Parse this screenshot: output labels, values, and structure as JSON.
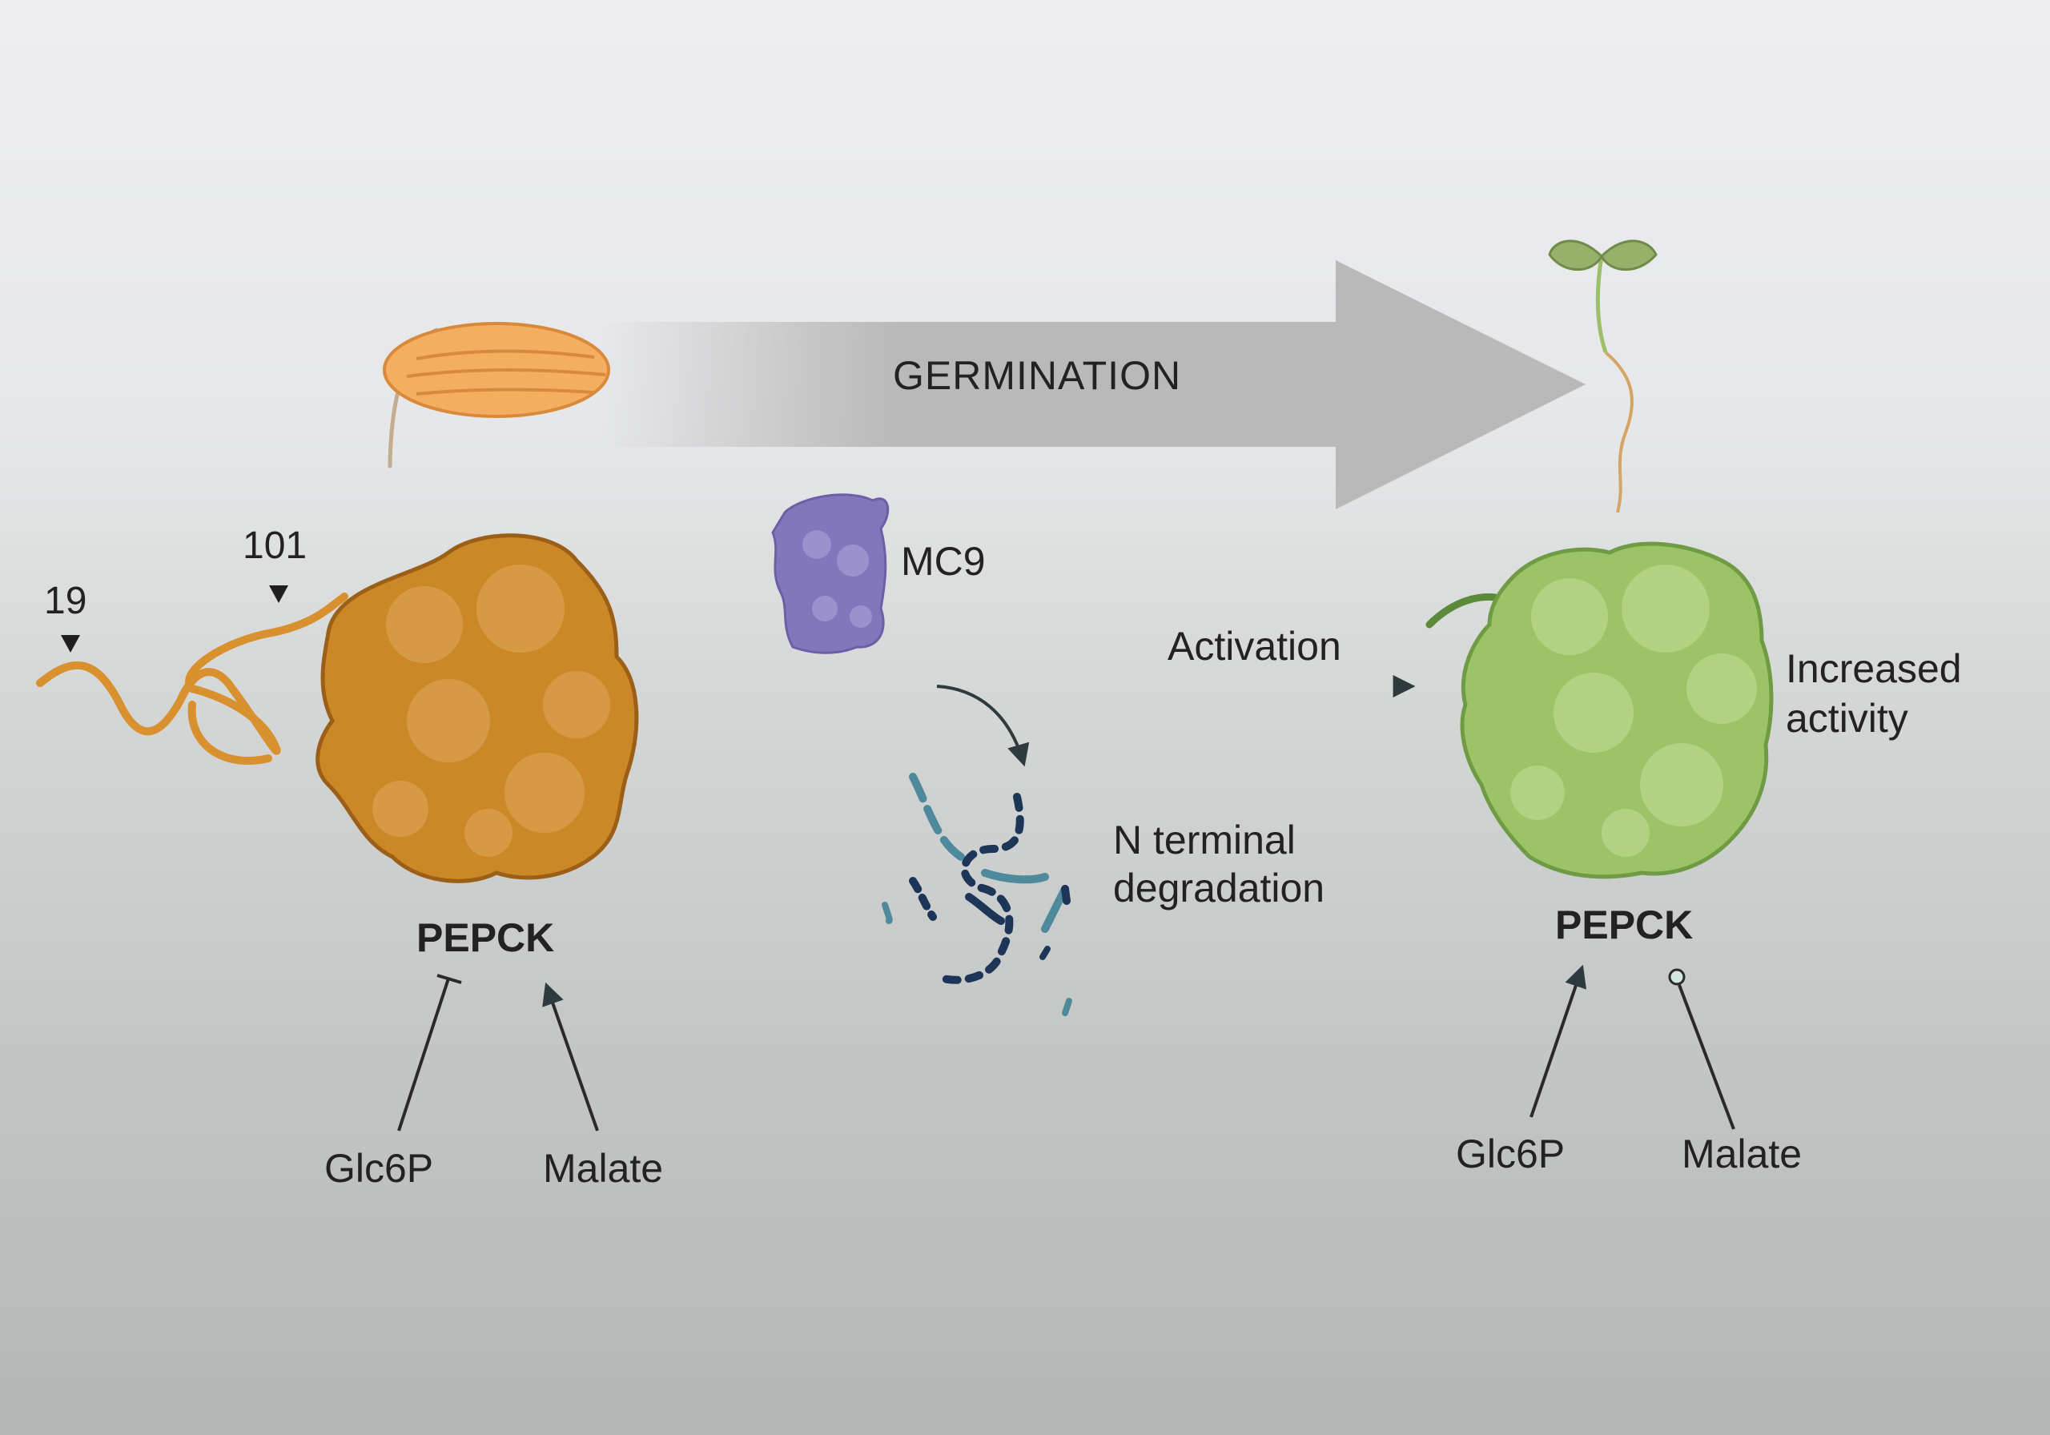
{
  "labels": {
    "germination": "GERMINATION",
    "residue_start": "19",
    "residue_mid": "101",
    "protease": "MC9",
    "activation": "Activation",
    "degradation_line1": "N terminal",
    "degradation_line2": "degradation",
    "increased_line1": "Increased",
    "increased_line2": "activity",
    "pepck_left": "PEPCK",
    "pepck_right": "PEPCK",
    "glc6p_left": "Glc6P",
    "malate_left": "Malate",
    "glc6p_right": "Glc6P",
    "malate_right": "Malate"
  },
  "colors": {
    "pepck_inactive": "#cc8826",
    "pepck_active": "#9cc466",
    "seed": "#f4ae62",
    "mc9": "#8377bc",
    "germination_arrow": "#b9b9b9",
    "fragments_dark": "#1d3557",
    "fragments_light": "#4e8a9c"
  }
}
